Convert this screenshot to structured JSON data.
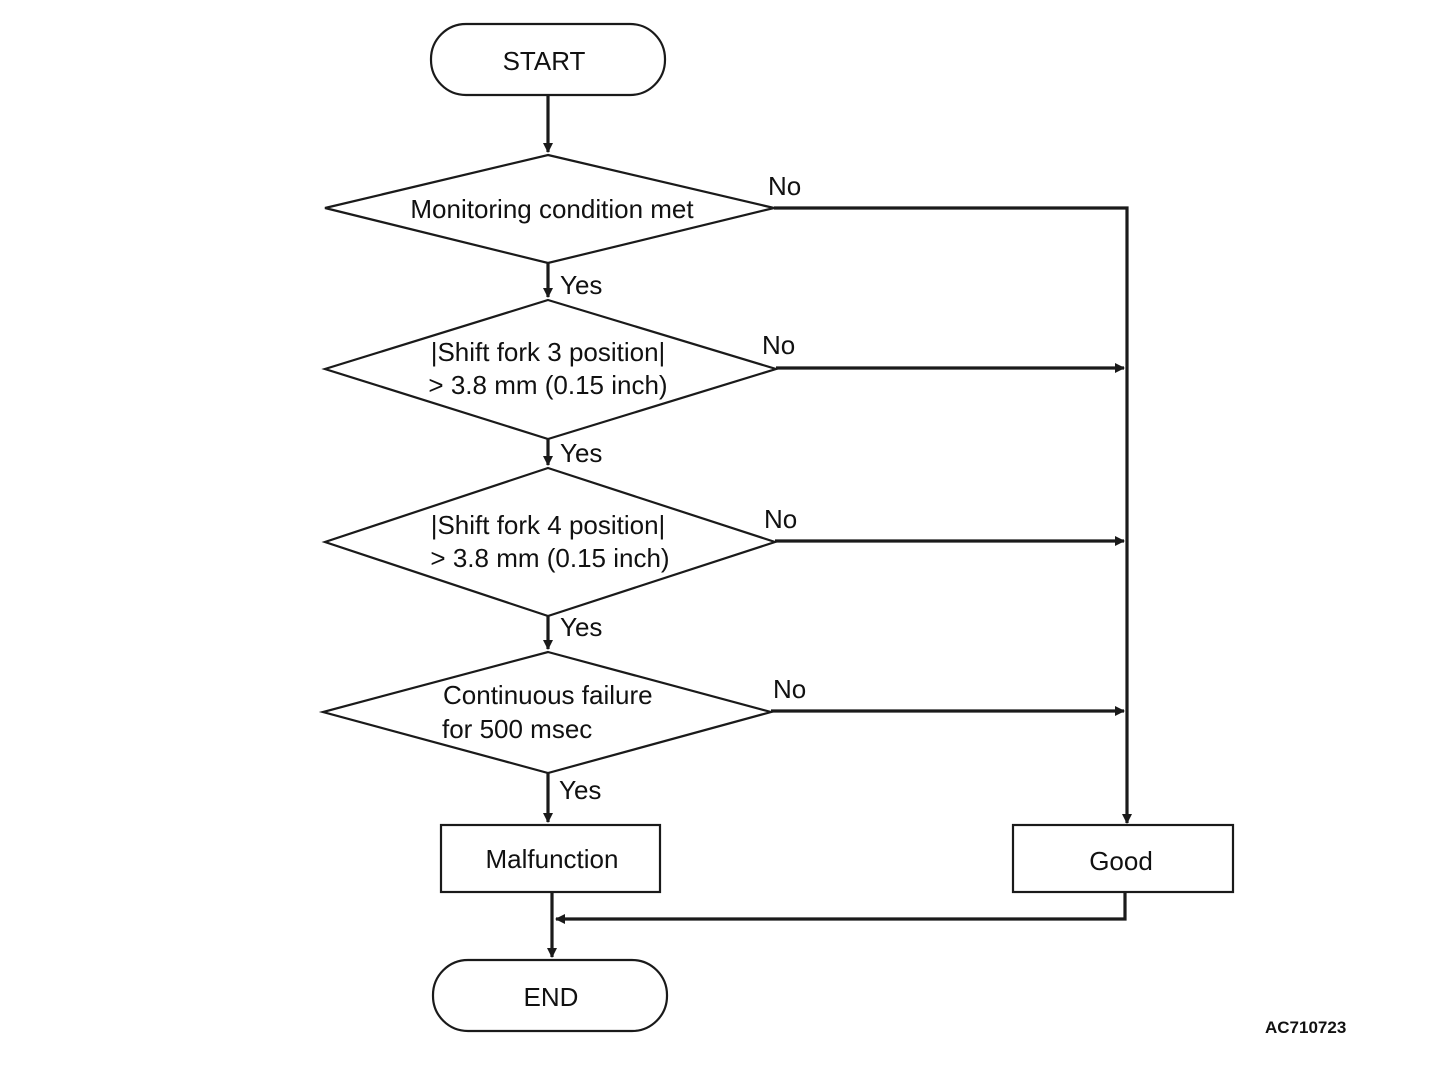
{
  "nodes": {
    "start": "START",
    "decision_monitoring": "Monitoring condition met",
    "decision_fork3": [
      "|Shift fork 3 position|",
      "> 3.8 mm (0.15 inch)"
    ],
    "decision_fork4": [
      "|Shift fork 4 position|",
      "> 3.8 mm (0.15 inch)"
    ],
    "decision_continuous": [
      "Continuous failure",
      "for 500 msec"
    ],
    "malfunction": "Malfunction",
    "good": "Good",
    "end": "END"
  },
  "edge_labels": {
    "yes": "Yes",
    "no": "No"
  },
  "figure_code": "AC710723"
}
